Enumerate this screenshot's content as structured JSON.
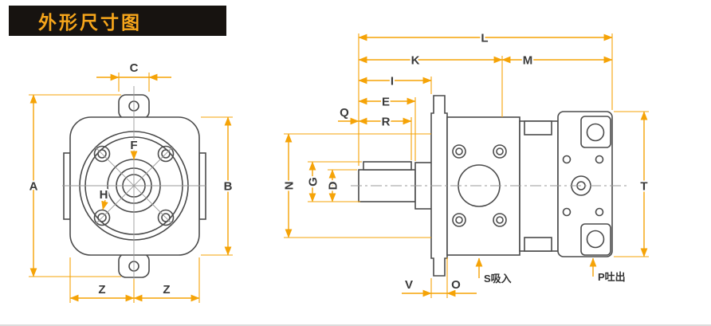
{
  "header": {
    "title": "外形尺寸图"
  },
  "colors": {
    "accent_dimension": "#F5A307",
    "banner_background": "#171310",
    "banner_text": "#F7A61B",
    "drawing_line": "#4B4B4B",
    "background": "#FFFFFF"
  },
  "front": {
    "a": "A",
    "b": "B",
    "c": "C",
    "f": "F",
    "h": "H",
    "z_left": "Z",
    "z_right": "Z"
  },
  "side": {
    "l": "L",
    "k": "K",
    "m": "M",
    "i": "I",
    "e": "E",
    "q": "Q",
    "r": "R",
    "n": "N",
    "g": "G",
    "d": "D",
    "t": "T",
    "v": "V",
    "o": "O"
  },
  "ports": {
    "suction": "S吸入",
    "discharge": "P吐出"
  }
}
